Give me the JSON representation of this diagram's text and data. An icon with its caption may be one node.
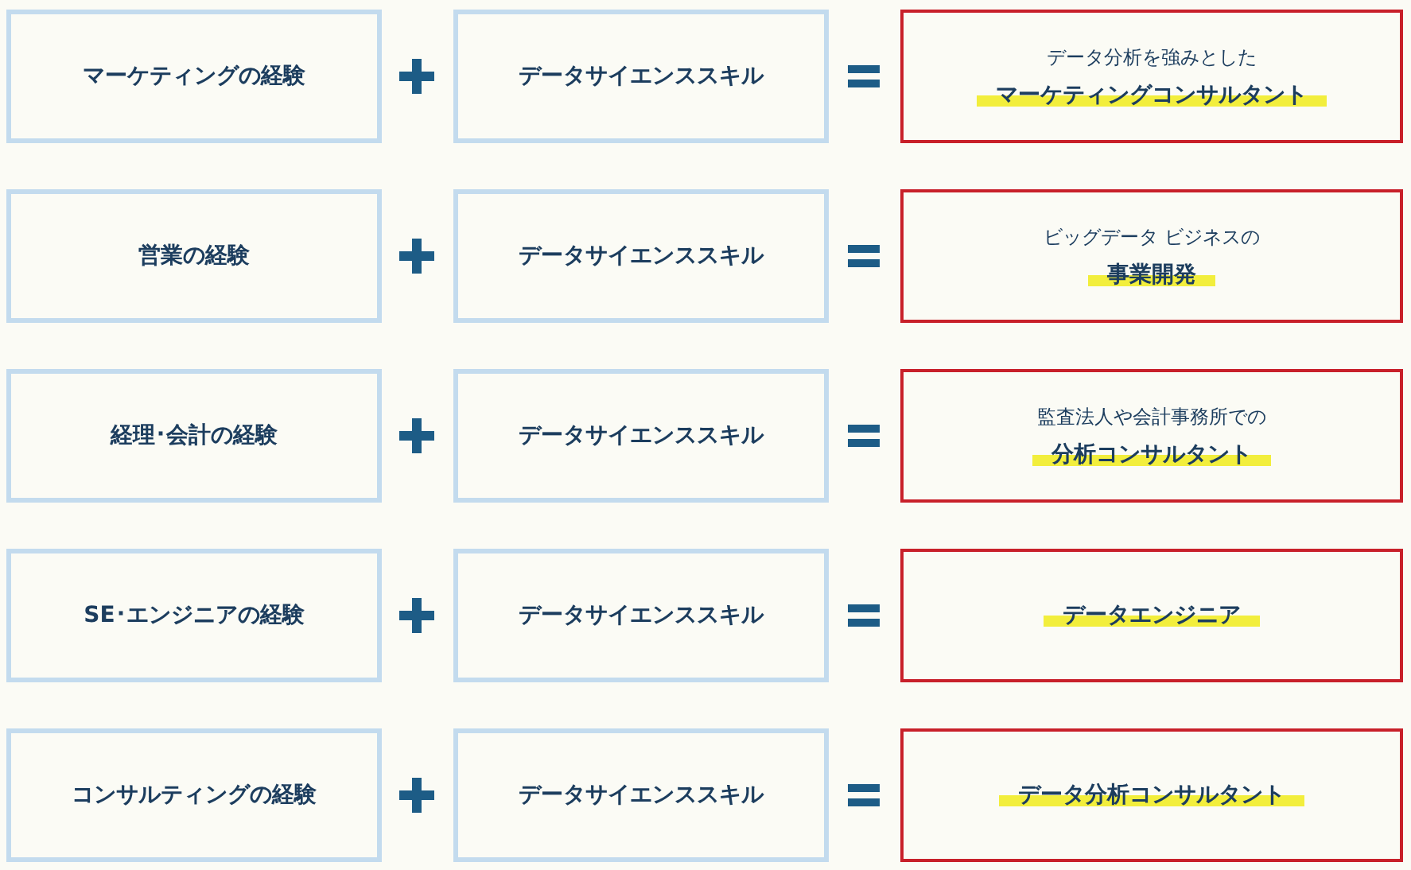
{
  "diagram": {
    "nodes": [
      {
        "text": [
          "マーケティングの経験"
        ]
      },
      {
        "text": [
          "データサイエンススキル"
        ]
      },
      {
        "text": [
          "データ分析を強みとした",
          "マーケティングコンサルタント"
        ]
      },
      {
        "text": [
          "営業の経験"
        ]
      },
      {
        "text": [
          "データサイエンススキル"
        ]
      },
      {
        "text": [
          "ビッグデータ ビジネスの",
          "事業開発"
        ]
      },
      {
        "text": [
          "経理･会計の経験"
        ]
      },
      {
        "text": [
          "データサイエンススキル"
        ]
      },
      {
        "text": [
          "監査法人や会計事務所での",
          "分析コンサルタント"
        ]
      },
      {
        "text": [
          "SE･エンジニアの経験"
        ]
      },
      {
        "text": [
          "データサイエンススキル"
        ]
      },
      {
        "text": [
          "データエンジニア"
        ]
      },
      {
        "text": [
          "コンサルティングの経験"
        ]
      },
      {
        "text": [
          "データサイエンススキル"
        ]
      },
      {
        "text": [
          "データ分析コンサルタント"
        ]
      }
    ]
  }
}
